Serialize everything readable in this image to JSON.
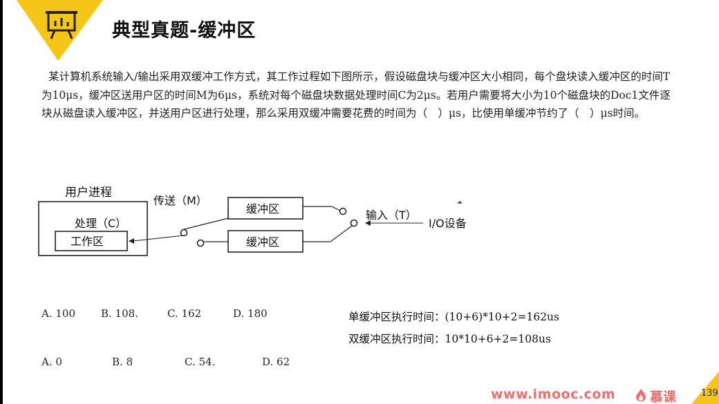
{
  "slide": {
    "title": "典型真题-缓冲区",
    "question": "某计算机系统输入/输出采用双缓冲工作方式，其工作过程如下图所示，假设磁盘块与缓冲区大小相同，每个盘块读入缓冲区的时间T为10μs，缓冲区送用户区的时间M为6μs，系统对每个磁盘块数据处理时间C为2μs。若用户需要将大小为10个磁盘块的Doc1文件逐块从磁盘读入缓冲区，并送用户区进行处理，那么采用双缓冲需要花费的时间为（　）μs，比使用单缓冲节约了（　）μs时间。"
  },
  "diagram": {
    "user_process": "用户进程",
    "process_label": "处理（C）",
    "work_area": "工作区",
    "transfer_label": "传送（M）",
    "buffer1": "缓冲区",
    "buffer2": "缓冲区",
    "input_label": "输入（T）",
    "io_device": "I/O设备"
  },
  "options_q1": [
    "A. 100",
    "B. 108.",
    "C. 162",
    "D. 180"
  ],
  "options_q2": [
    "A. 0",
    "B. 8",
    "C. 54.",
    "D. 62"
  ],
  "notes": {
    "single": "单缓冲区执行时间：(10+6)*10+2=162us",
    "double": "双缓冲区执行时间：10*10+6+2=108us"
  },
  "footer": {
    "watermark": "www.imooc.com",
    "logo": "慕课",
    "page_number": "139"
  },
  "colors": {
    "accent": "#f5c518",
    "watermark": "#f26d6d"
  },
  "icons": {
    "title_icon": "presentation-board-icon",
    "logo_icon": "flame-icon"
  }
}
